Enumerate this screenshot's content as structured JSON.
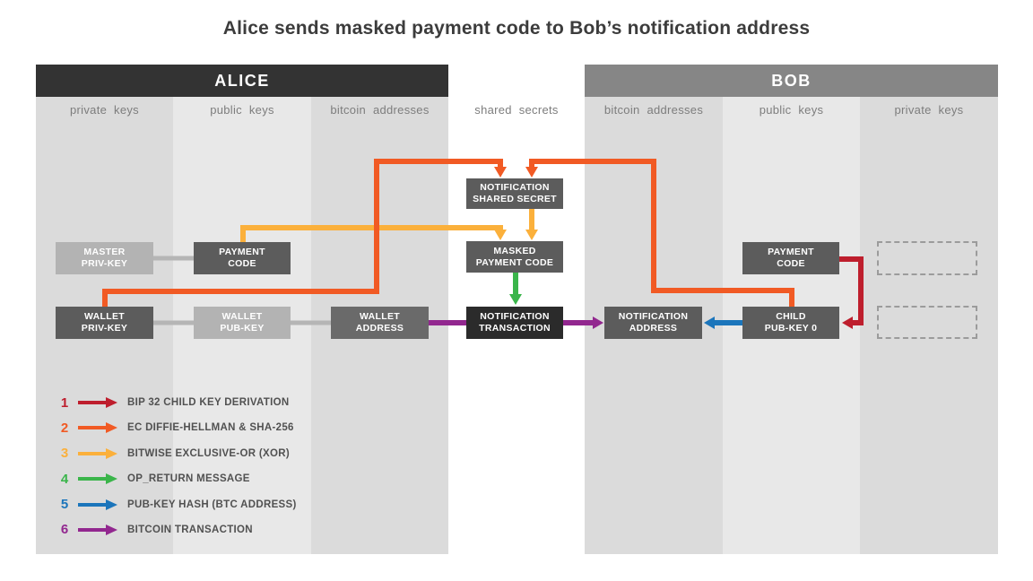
{
  "title": "Alice sends masked payment code to Bob’s notification address",
  "colors": {
    "alice_header_bg": "#333333",
    "bob_header_bg": "#868686",
    "col_dark": "#dbdbdb",
    "col_light": "#e8e8e8",
    "box_dark": "#5c5c5c",
    "box_light": "#b3b3b3",
    "box_mid": "#6a6a6a",
    "box_black": "#2b2b2b",
    "connector": "#b5b5b5",
    "arrow1": "#be1e2d",
    "arrow2": "#f15a24",
    "arrow3": "#fbb03b",
    "arrow4": "#3ab54a",
    "arrow5": "#1b75bb",
    "arrow6": "#92278f"
  },
  "panels": {
    "alice": {
      "title": "ALICE",
      "columns": [
        "private keys",
        "public keys",
        "bitcoin addresses"
      ]
    },
    "middle": {
      "label": "shared secrets"
    },
    "bob": {
      "title": "BOB",
      "columns": [
        "bitcoin addresses",
        "public keys",
        "private keys"
      ]
    }
  },
  "boxes": {
    "master_priv_key": {
      "line1": "MASTER",
      "line2": "PRIV-KEY"
    },
    "payment_code_alice": {
      "line1": "PAYMENT",
      "line2": "CODE"
    },
    "wallet_priv_key": {
      "line1": "WALLET",
      "line2": "PRIV-KEY"
    },
    "wallet_pub_key": {
      "line1": "WALLET",
      "line2": "PUB-KEY"
    },
    "wallet_address": {
      "line1": "WALLET",
      "line2": "ADDRESS"
    },
    "notification_shared_secret": {
      "line1": "NOTIFICATION",
      "line2": "SHARED SECRET"
    },
    "masked_payment_code": {
      "line1": "MASKED",
      "line2": "PAYMENT CODE"
    },
    "notification_transaction": {
      "line1": "NOTIFICATION",
      "line2": "TRANSACTION"
    },
    "notification_address": {
      "line1": "NOTIFICATION",
      "line2": "ADDRESS"
    },
    "child_pub_key_0": {
      "line1": "CHILD",
      "line2": "PUB-KEY 0"
    },
    "payment_code_bob": {
      "line1": "PAYMENT",
      "line2": "CODE"
    }
  },
  "edges": [
    {
      "step": 1,
      "from": "payment-code-bob",
      "to": "child-pub-key-0"
    },
    {
      "step": 2,
      "from": "wallet-priv-key",
      "to": "notification-shared-secret"
    },
    {
      "step": 2,
      "from": "child-pub-key-0",
      "to": "notification-shared-secret"
    },
    {
      "step": 3,
      "from": "payment-code-alice",
      "to": "masked-payment-code"
    },
    {
      "step": 3,
      "from": "notification-shared-secret",
      "to": "masked-payment-code"
    },
    {
      "step": 4,
      "from": "masked-payment-code",
      "to": "notification-transaction"
    },
    {
      "step": 5,
      "from": "child-pub-key-0",
      "to": "notification-address"
    },
    {
      "step": 6,
      "from": "wallet-address",
      "to": "notification-transaction"
    },
    {
      "step": 6,
      "from": "notification-transaction",
      "to": "notification-address"
    },
    {
      "step": null,
      "from": "master-priv-key",
      "to": "payment-code-alice"
    },
    {
      "step": null,
      "from": "wallet-priv-key",
      "to": "wallet-pub-key"
    },
    {
      "step": null,
      "from": "wallet-pub-key",
      "to": "wallet-address"
    }
  ],
  "legend": {
    "items": [
      {
        "num": "1",
        "label": "BIP 32 CHILD KEY DERIVATION"
      },
      {
        "num": "2",
        "label": "EC DIFFIE-HELLMAN & SHA-256"
      },
      {
        "num": "3",
        "label": "BITWISE EXCLUSIVE-OR (XOR)"
      },
      {
        "num": "4",
        "label": "OP_RETURN MESSAGE"
      },
      {
        "num": "5",
        "label": "PUB-KEY HASH (BTC ADDRESS)"
      },
      {
        "num": "6",
        "label": "BITCOIN TRANSACTION"
      }
    ]
  }
}
